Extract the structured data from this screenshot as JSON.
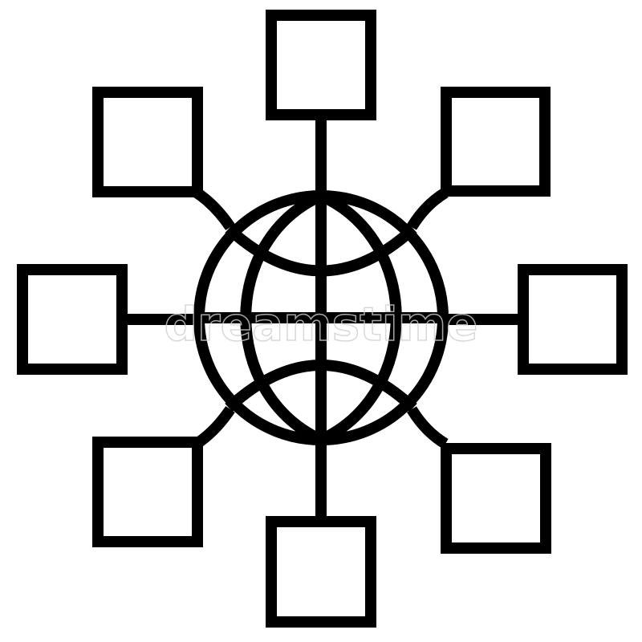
{
  "colors": {
    "stroke": "#000000",
    "background": "#ffffff",
    "watermark": "#cfcfcf"
  },
  "watermark_text": "dreamstime",
  "globe": {
    "label": "globe-icon"
  },
  "nodes": [
    {
      "name": "node-top"
    },
    {
      "name": "node-top-right"
    },
    {
      "name": "node-right"
    },
    {
      "name": "node-bottom-right"
    },
    {
      "name": "node-bottom"
    },
    {
      "name": "node-bottom-left"
    },
    {
      "name": "node-left"
    },
    {
      "name": "node-top-left"
    }
  ]
}
